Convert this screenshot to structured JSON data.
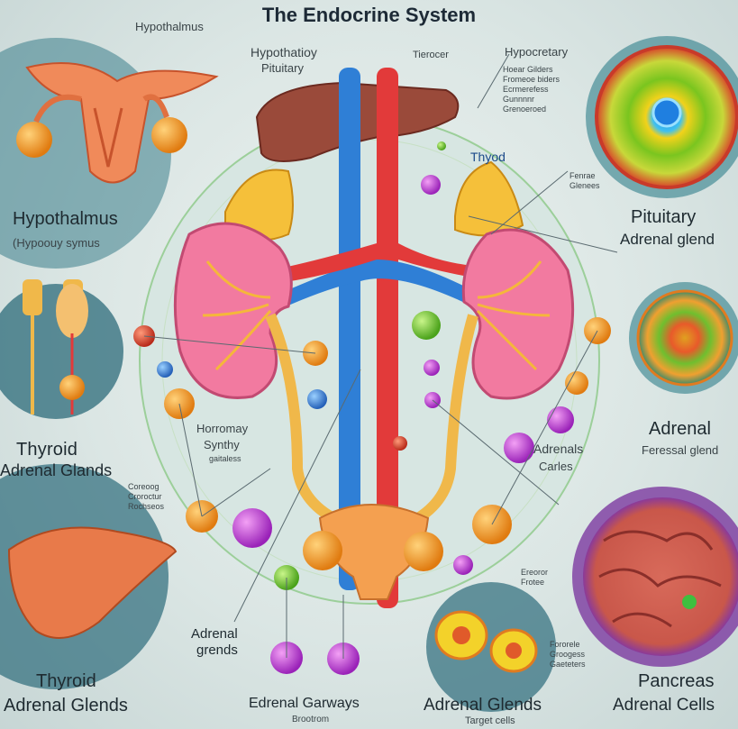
{
  "title": "The Endocrine System",
  "labels": {
    "hypothalmus_top": "Hypothalmus",
    "hypothalamus_left": "Hypothalmus",
    "hypothalamus_left_sub": "(Hypoouy symus",
    "thyroid_left": "Thyroid",
    "adrenal_glands_left": "Adrenal Glands",
    "thyroid_bottom_left": "Thyroid",
    "adrenal_glends_bottom_left": "Adrenal Glends",
    "top_center_1": "Hypothatioy",
    "top_center_2": "Pituitary",
    "top_center_3": "Tierocer",
    "thyod": "Thyod",
    "hypocretary": "Hypocretary",
    "hormone_synthy_1": "Horromay",
    "hormone_synthy_2": "Synthy",
    "hormone_synthy_3": "gaitaless",
    "adrenals": "Adrenals",
    "adrenals_sub": "Carles",
    "pituitary_right": "Pituitary",
    "adrenal_glend_right": "Adrenal glend",
    "adrenal_right": "Adrenal",
    "adrenal_right_sub": "Feressal glend",
    "adrenal_grends": "Adrenal",
    "adrenal_grends_2": "grends",
    "adrenal_gatways": "Edrenal Garways",
    "adrenal_gatways_sub": "Brootrom",
    "adrenal_glends_bottom": "Adrenal Glends",
    "target_cells": "Target cells",
    "pancreas": "Pancreas",
    "adrenal_cells": "Adrenal Cells",
    "tiny_top_right_1": "Hoear Gilders",
    "tiny_top_right_2": "Fromeoe biders",
    "tiny_top_right_3": "Ecrmerefess",
    "tiny_top_right_4": "Gunnnnr",
    "tiny_top_right_5": "Grenoeroed",
    "tiny_right_1": "Fenrae",
    "tiny_right_2": "Glenees",
    "tiny_left_1": "Coreoog",
    "tiny_left_2": "Croroctur",
    "tiny_left_3": "Rochseos",
    "tiny_bottom_right_1": "Ereoror",
    "tiny_bottom_right_2": "Frotee",
    "tiny_bottom_center_1": "Fororele",
    "tiny_bottom_center_2": "Groogess",
    "tiny_bottom_center_3": "Gaeteters"
  },
  "colors": {
    "artery": "#e23a3a",
    "vein": "#2f7fd6",
    "kidney": "#f27aa0",
    "adrenal": "#f5b73a",
    "liver": "#a8543e",
    "ring": "#7fbf7f"
  }
}
